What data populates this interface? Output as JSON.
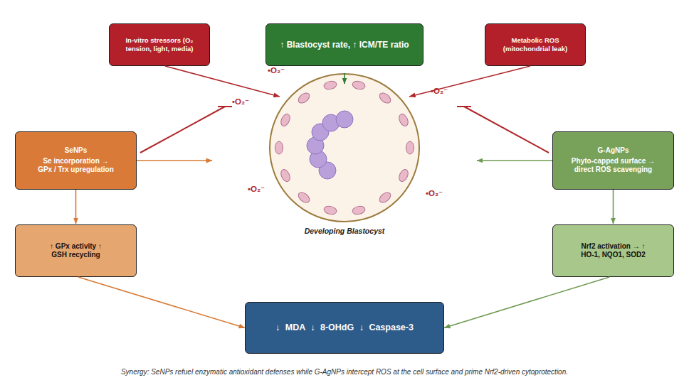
{
  "diagram": {
    "caption": "Synergy: SeNPs refuel enzymatic antioxidant defenses while G-AgNPs intercept ROS at the cell surface and prime Nrf2-driven cytoprotection.",
    "nodes": [
      {
        "text": [
          "In-vitro stressors (O₂ tension, light, media)"
        ]
      },
      {
        "text": [
          "↑ Blastocyst rate, ↑ ICM/TE ratio"
        ]
      },
      {
        "text": [
          "Metabolic ROS (mitochondrial leak)"
        ]
      },
      {
        "text": [
          "SeNPs",
          "Se incorporation → GPx / Trx upregulation"
        ]
      },
      {
        "text": [
          "Developing Blastocyst"
        ]
      },
      {
        "text": [
          "G-AgNPs",
          "Phyto-capped surface → direct ROS scavenging"
        ]
      },
      {
        "text": [
          "↑ GPx activity ↑ GSH recycling"
        ]
      },
      {
        "text": [
          "Nrf2 activation → ↑ HO-1, NQO1, SOD2"
        ]
      },
      {
        "text": [
          "↓ MDA ↓ 8-OHdG ↓ Caspase-3"
        ]
      }
    ],
    "edges": [
      {
        "from": 0,
        "to": 4,
        "arrow": "to"
      },
      {
        "from": 1,
        "to": 4,
        "arrow": "to"
      },
      {
        "from": 2,
        "to": 4,
        "arrow": "to"
      },
      {
        "from": 3,
        "to": 4,
        "arrow": "to"
      },
      {
        "from": 5,
        "to": 4,
        "arrow": "to"
      },
      {
        "from": 3,
        "to": 6,
        "arrow": "to"
      },
      {
        "from": 5,
        "to": 7,
        "arrow": "to"
      },
      {
        "from": 6,
        "to": 8,
        "arrow": "to"
      },
      {
        "from": 7,
        "to": 8,
        "arrow": "to"
      }
    ],
    "labels": [
      "•O₂⁻",
      "•O₂⁻",
      "•O₂⁻",
      "•O₂⁻",
      "•O₂⁻"
    ]
  }
}
